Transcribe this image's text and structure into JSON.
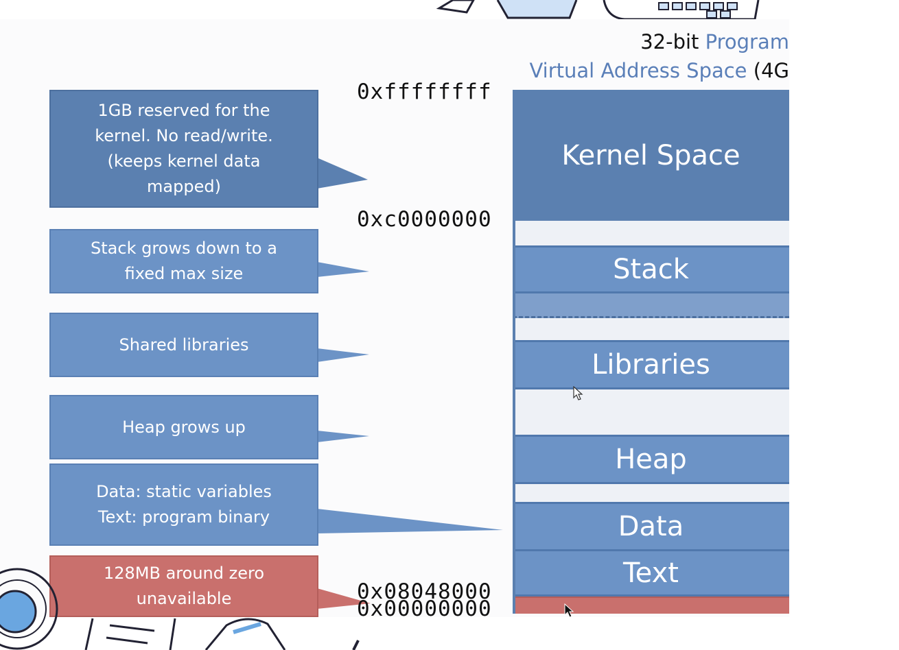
{
  "title": {
    "line1_a": "32-bit ",
    "line1_b": "Program",
    "line2_a": "Virtual Address Space",
    "line2_b": " (4G"
  },
  "addresses": {
    "top": "0xffffffff",
    "kernel_base": "0xc0000000",
    "text_base": "0x08048000",
    "zero": "0x00000000"
  },
  "callouts": {
    "kernel": "1GB reserved for the\nkernel. No read/write.\n(keeps kernel data\nmapped)",
    "stack": "Stack grows down to a\nfixed max size",
    "libs": "Shared libraries",
    "heap": "Heap grows up",
    "data_text": "Data: static variables\nText: program binary",
    "zero": "128MB around zero\nunavailable"
  },
  "segments": {
    "kernel": "Kernel Space",
    "stack": "Stack",
    "libraries": "Libraries",
    "heap": "Heap",
    "data": "Data",
    "text": "Text"
  },
  "colors": {
    "dark_blue": "#5b80b0",
    "mid_blue": "#6c93c6",
    "red": "#c9706d",
    "light_gap": "#eef1f6"
  }
}
